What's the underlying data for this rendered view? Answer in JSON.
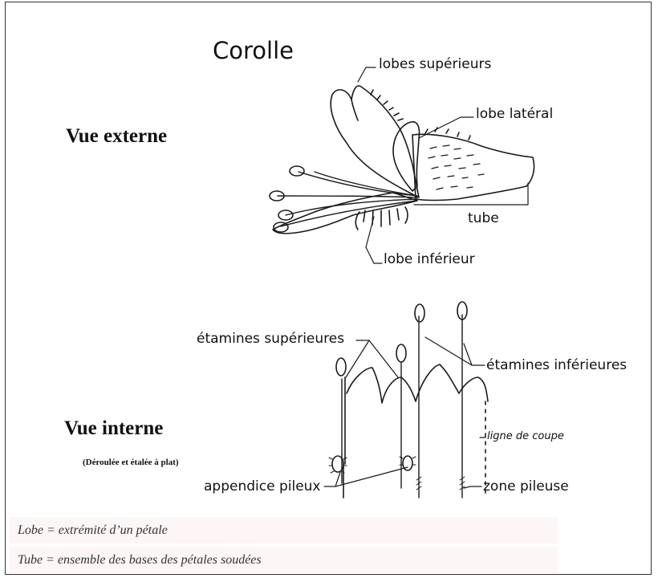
{
  "title": "Corolle",
  "external": {
    "heading": "Vue externe",
    "labels": {
      "upper_lobes": "lobes supérieurs",
      "lateral_lobe": "lobe latéral",
      "tube": "tube",
      "lower_lobe": "lobe inférieur"
    }
  },
  "internal": {
    "heading": "Vue interne",
    "subheading": "(Déroulée et étalée à plat)",
    "labels": {
      "upper_stamens": "étamines supérieures",
      "lower_stamens": "étamines inférieures",
      "cut_line": "ligne de coupe",
      "hairy_appendage": "appendice pileux",
      "hairy_zone": "zone pileuse"
    }
  },
  "notes": [
    "Lobe = extrémité d’un pétale",
    "Tube = ensemble des bases des pétales soudées"
  ]
}
